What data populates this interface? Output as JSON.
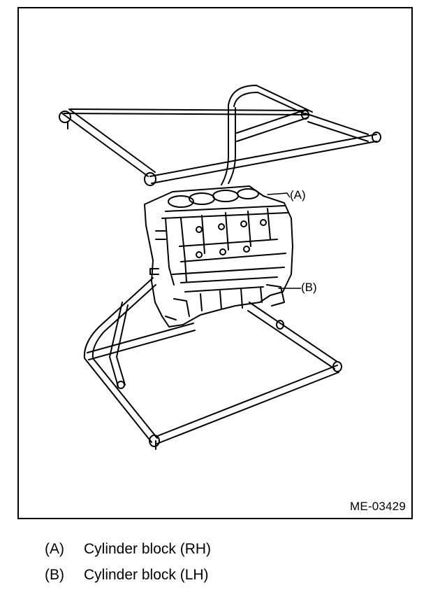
{
  "figure": {
    "callouts": [
      {
        "key": "(A)"
      },
      {
        "key": "(B)"
      }
    ],
    "figure_id": "ME-03429"
  },
  "legend": [
    {
      "key": "(A)",
      "text": "Cylinder block (RH)"
    },
    {
      "key": "(B)",
      "text": "Cylinder block (LH)"
    }
  ],
  "colors": {
    "line": "#000000",
    "background": "#ffffff"
  }
}
